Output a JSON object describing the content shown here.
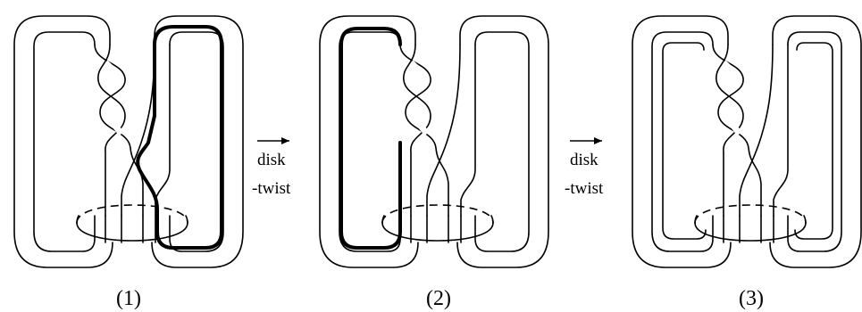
{
  "panels": [
    {
      "label": "(1)"
    },
    {
      "label": "(2)"
    },
    {
      "label": "(3)"
    }
  ],
  "arrows": [
    {
      "line1": "disk",
      "line2": "-twist"
    },
    {
      "line1": "disk",
      "line2": "-twist"
    }
  ],
  "thick_component": {
    "panel_1": "right-loop",
    "panel_2": "left-loop",
    "panel_3": "none"
  }
}
